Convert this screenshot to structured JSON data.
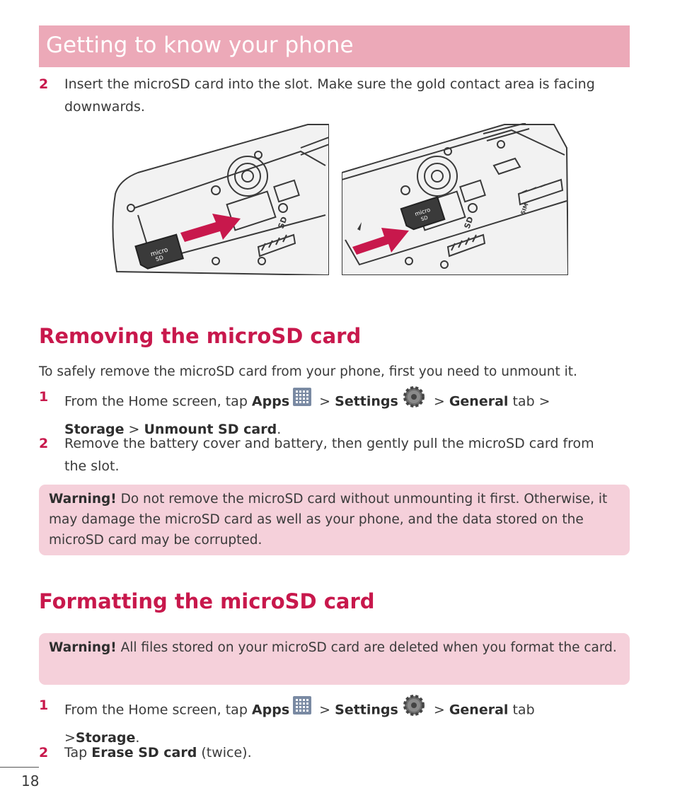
{
  "header": {
    "title": "Getting to know your phone"
  },
  "intro_step": {
    "number": "2",
    "text": "Insert the microSD card into the slot. Make sure the gold contact area is facing downwards."
  },
  "figures": {
    "left": {
      "card_label_line1": "micro",
      "card_label_line2": "SD",
      "slot_label": "SD"
    },
    "right": {
      "card_label_line1": "micro",
      "card_label_line2": "SD",
      "slot_label": "SD",
      "sim_label": "SIM"
    }
  },
  "removing": {
    "title": "Removing the microSD card",
    "intro": "To safely remove the microSD card from your phone, first you need to unmount it.",
    "step1": {
      "number": "1",
      "prefix": "From the Home screen, tap ",
      "apps": "Apps",
      "sep1": " > ",
      "settings": "Settings",
      "sep2": " > ",
      "general": "General",
      "tab": " tab > ",
      "storage": "Storage",
      "sep3": " > ",
      "unmount": "Unmount SD card",
      "end": "."
    },
    "step2": {
      "number": "2",
      "text": "Remove the battery cover and battery, then gently pull the microSD card from the slot."
    },
    "warning": {
      "label": "Warning!",
      "text": " Do not remove the microSD card without unmounting it first. Otherwise, it may damage the microSD card as well as your phone, and the data stored on the microSD card may be corrupted."
    }
  },
  "formatting": {
    "title": "Formatting the microSD card",
    "warning": {
      "label": "Warning!",
      "text": " All files stored on your microSD card are deleted when you format the card."
    },
    "step1": {
      "number": "1",
      "prefix": "From the Home screen, tap ",
      "apps": "Apps",
      "sep1": " > ",
      "settings": "Settings",
      "sep2": " > ",
      "general": "General",
      "tab": " tab",
      "sep3": ">",
      "storage": "Storage",
      "end": "."
    },
    "step2": {
      "number": "2",
      "prefix": "Tap ",
      "erase": "Erase SD card",
      "suffix": " (twice)."
    }
  },
  "footer": {
    "page_number": "18"
  },
  "colors": {
    "accent": "#c8184c",
    "header_bg": "#eca9b8",
    "warning_bg": "#f5d0da"
  }
}
